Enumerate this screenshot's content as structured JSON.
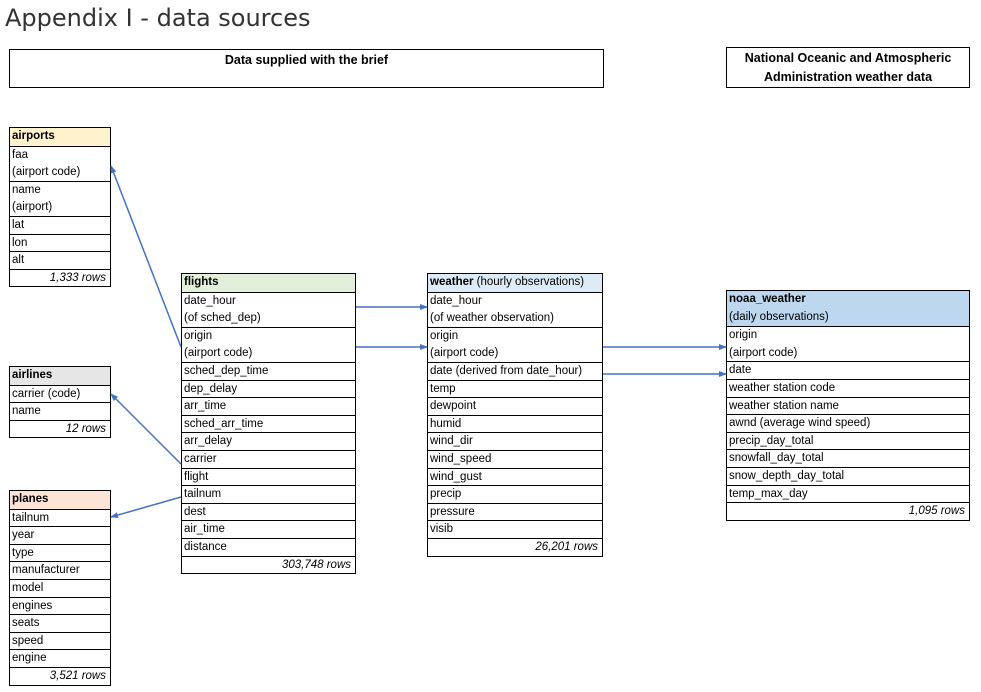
{
  "title": "Appendix I - data sources",
  "brief_header": "Data supplied with the brief",
  "noaa_header": "National Oceanic and Atmospheric Administration weather data",
  "colors": {
    "airports": "#fff2cc",
    "flights": "#e2efda",
    "weather": "#ddebf7",
    "noaa": "#bdd7ee",
    "airlines": "#e7e6e6",
    "planes": "#fce4d6",
    "arrow": "#4472c4"
  },
  "airports": {
    "name": "airports",
    "fields": [
      [
        "faa",
        "(airport code)"
      ],
      [
        "name",
        "(airport)"
      ],
      [
        "lat"
      ],
      [
        "lon"
      ],
      [
        "alt"
      ]
    ],
    "count": "1,333 rows"
  },
  "airlines": {
    "name": "airlines",
    "fields": [
      [
        "carrier (code)"
      ],
      [
        "name"
      ]
    ],
    "count": "12 rows"
  },
  "planes": {
    "name": "planes",
    "fields": [
      [
        "tailnum"
      ],
      [
        "year"
      ],
      [
        "type"
      ],
      [
        "manufacturer"
      ],
      [
        "model"
      ],
      [
        "engines"
      ],
      [
        "seats"
      ],
      [
        "speed"
      ],
      [
        "engine"
      ]
    ],
    "count": "3,521 rows"
  },
  "flights": {
    "name": "flights",
    "fields": [
      [
        "date_hour",
        "(of sched_dep)"
      ],
      [
        "origin",
        "(airport code)"
      ],
      [
        "sched_dep_time"
      ],
      [
        "dep_delay"
      ],
      [
        "arr_time"
      ],
      [
        "sched_arr_time"
      ],
      [
        "arr_delay"
      ],
      [
        "carrier"
      ],
      [
        "flight"
      ],
      [
        "tailnum"
      ],
      [
        "dest"
      ],
      [
        "air_time"
      ],
      [
        "distance"
      ]
    ],
    "count": "303,748 rows"
  },
  "weather": {
    "name": "weather",
    "subtitle": "(hourly observations)",
    "fields": [
      [
        "date_hour",
        "(of weather observation)"
      ],
      [
        "origin",
        "(airport code)"
      ],
      [
        "date (derived from date_hour)"
      ],
      [
        "temp"
      ],
      [
        "dewpoint"
      ],
      [
        "humid"
      ],
      [
        "wind_dir"
      ],
      [
        "wind_speed"
      ],
      [
        "wind_gust"
      ],
      [
        "precip"
      ],
      [
        "pressure"
      ],
      [
        "visib"
      ]
    ],
    "count": "26,201 rows"
  },
  "noaa_weather": {
    "name": "noaa_weather",
    "subtitle": "(daily observations)",
    "fields": [
      [
        "origin",
        "(airport code)"
      ],
      [
        "date"
      ],
      [
        "weather station code"
      ],
      [
        "weather station name"
      ],
      [
        "awnd (average wind speed)"
      ],
      [
        "precip_day_total"
      ],
      [
        "snowfall_day_total"
      ],
      [
        "snow_depth_day_total"
      ],
      [
        "temp_max_day"
      ]
    ],
    "count": "1,095 rows"
  }
}
